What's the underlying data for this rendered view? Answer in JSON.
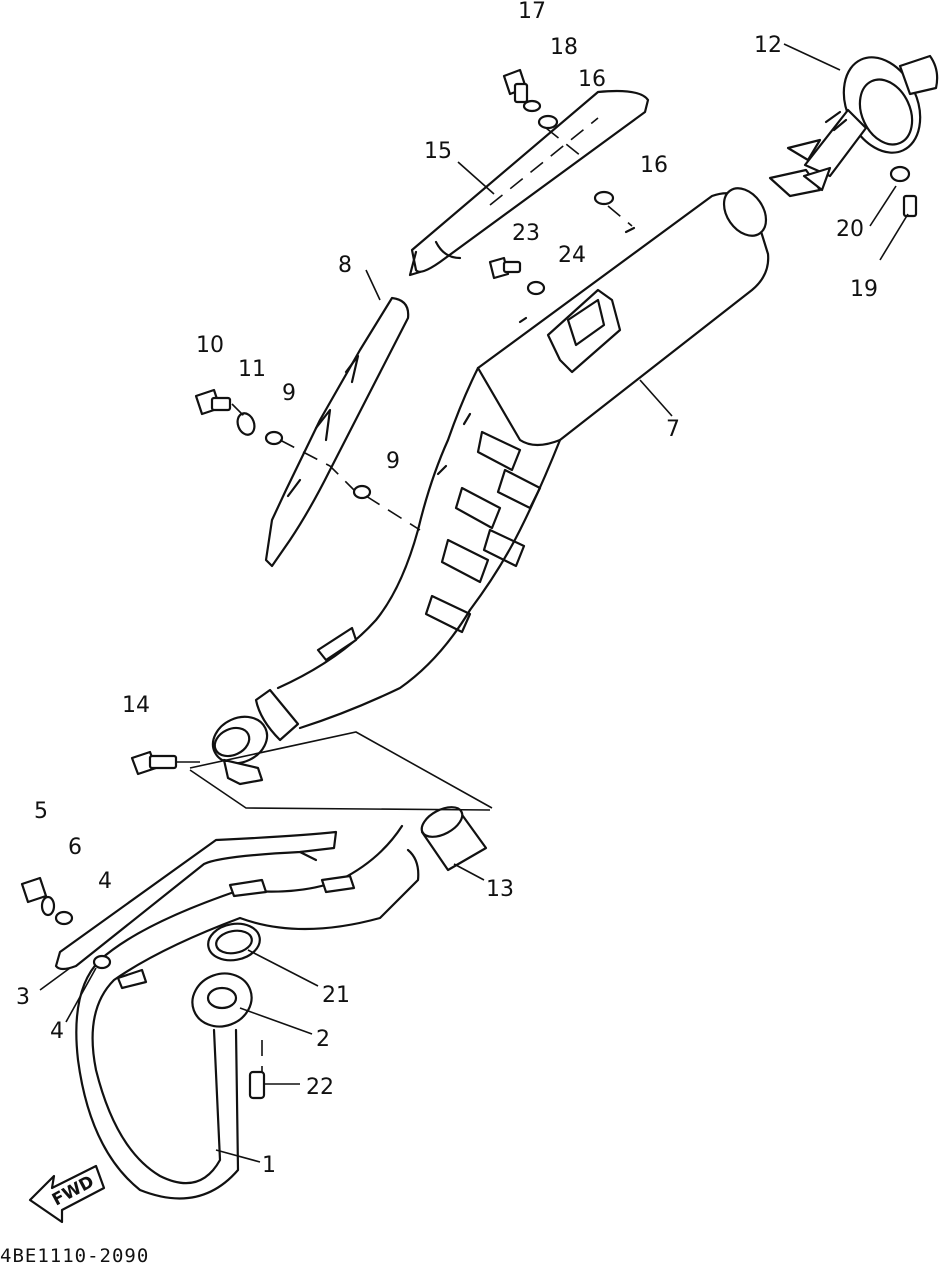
{
  "diagram": {
    "drawing_code": "4BE1110-2090",
    "direction_label": "FWD",
    "callouts": {
      "c1": "1",
      "c2": "2",
      "c3": "3",
      "c4a": "4",
      "c4b": "4",
      "c5": "5",
      "c6": "6",
      "c7": "7",
      "c8": "8",
      "c9a": "9",
      "c9b": "9",
      "c10": "10",
      "c11": "11",
      "c12": "12",
      "c13": "13",
      "c14": "14",
      "c15": "15",
      "c16a": "16",
      "c16b": "16",
      "c17": "17",
      "c18": "18",
      "c19": "19",
      "c20": "20",
      "c21": "21",
      "c22": "22",
      "c23": "23",
      "c24": "24"
    }
  }
}
